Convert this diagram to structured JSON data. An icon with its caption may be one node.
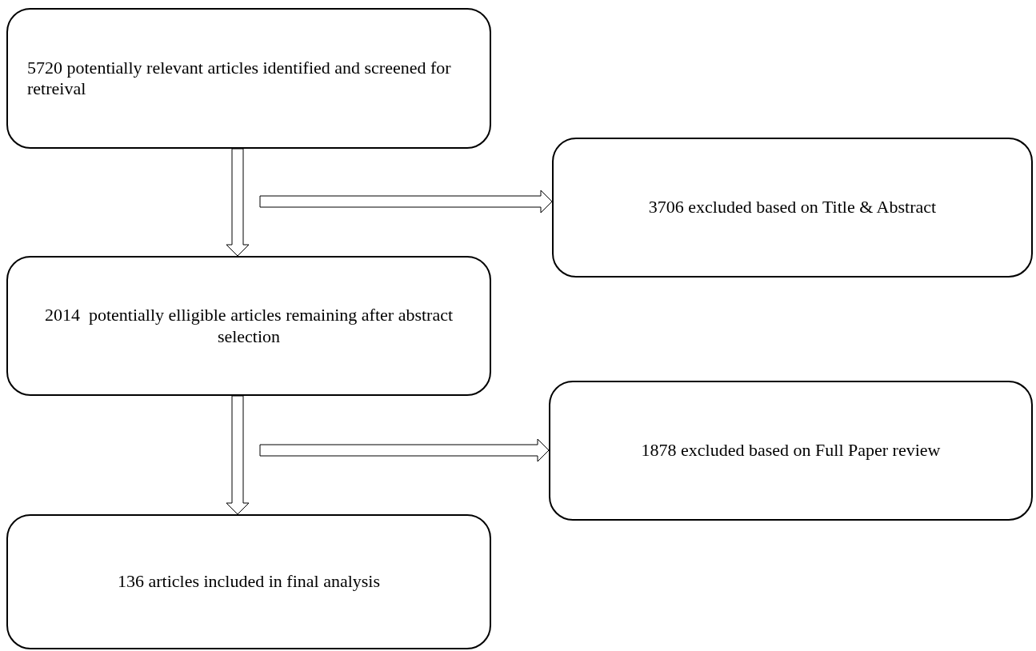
{
  "diagram": {
    "nodes": [
      {
        "text": [
          "5720 potentially relevant articles identified and screened for retreival"
        ]
      },
      {
        "text": [
          "3706 excluded based on Title & Abstract"
        ]
      },
      {
        "text": [
          "2014  potentially elligible articles remaining after abstract selection"
        ]
      },
      {
        "text": [
          "1878 excluded based on Full Paper review"
        ]
      },
      {
        "text": [
          "136 articles included in final analysis"
        ]
      }
    ],
    "edges": [
      {
        "from": 0,
        "to": 2,
        "arrow": "to"
      },
      {
        "from": null,
        "to": 1,
        "arrow": "to"
      },
      {
        "from": 2,
        "to": 4,
        "arrow": "to"
      },
      {
        "from": null,
        "to": 3,
        "arrow": "to"
      }
    ]
  }
}
